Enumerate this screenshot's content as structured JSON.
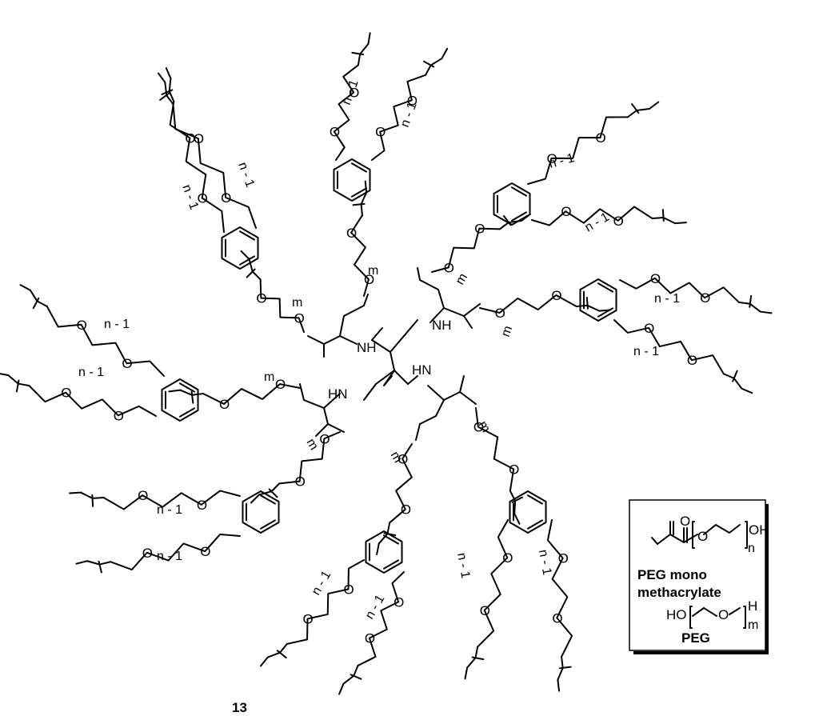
{
  "compound_number": "13",
  "atoms": {
    "oxygen": "O",
    "nh": "NH",
    "hn": "HN"
  },
  "repeat_labels": {
    "n_minus_1": "n - 1",
    "m": "m"
  },
  "legend": {
    "hydroxyl": "OH",
    "n": "n",
    "peg_mono_line1": "PEG mono",
    "peg_mono_line2": "methacrylate",
    "ho": "HO",
    "h": "H",
    "m": "m",
    "peg": "PEG"
  }
}
